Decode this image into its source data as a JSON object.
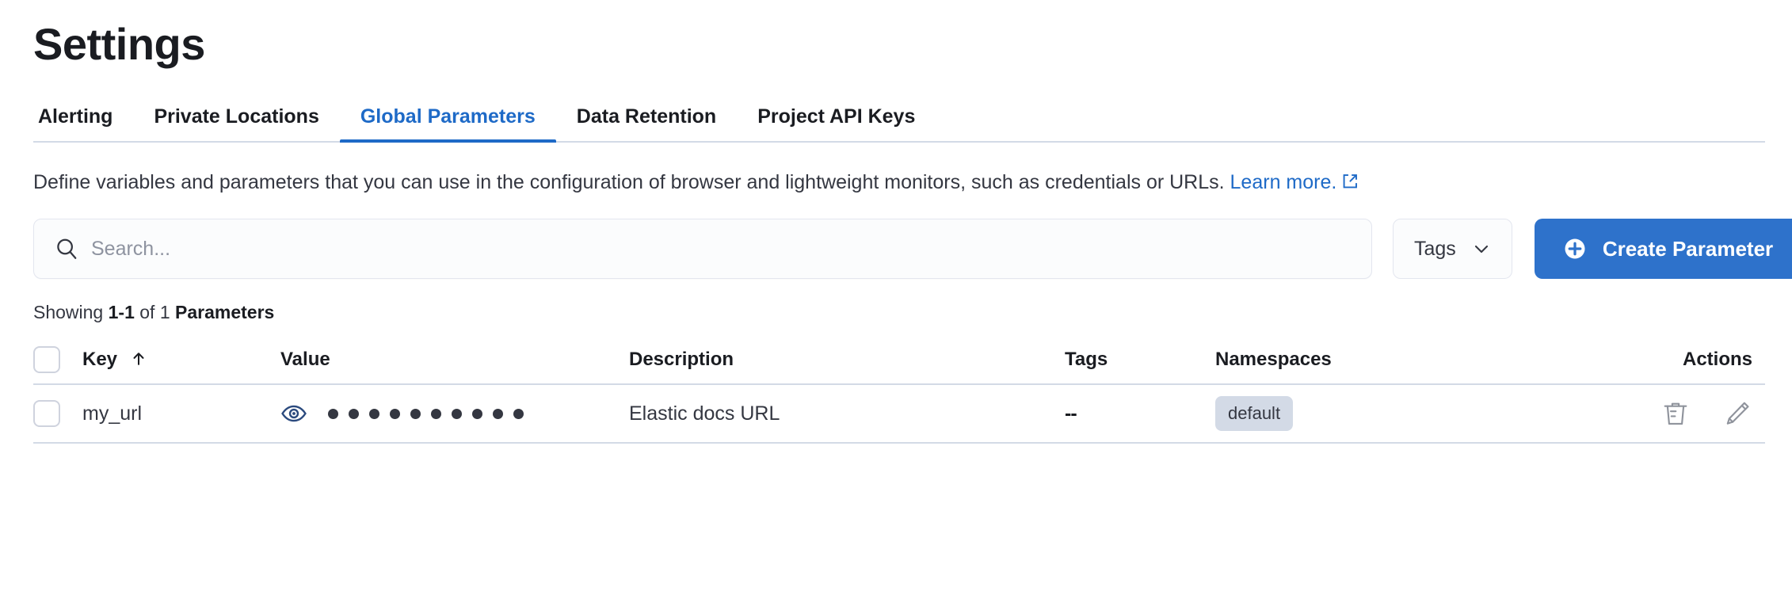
{
  "page": {
    "title": "Settings"
  },
  "tabs": [
    {
      "label": "Alerting",
      "active": false
    },
    {
      "label": "Private Locations",
      "active": false
    },
    {
      "label": "Global Parameters",
      "active": true
    },
    {
      "label": "Data Retention",
      "active": false
    },
    {
      "label": "Project API Keys",
      "active": false
    }
  ],
  "description": {
    "text": "Define variables and parameters that you can use in the configuration of browser and lightweight monitors, such as credentials or URLs. ",
    "link_label": "Learn more.",
    "link_icon": "external-link-icon"
  },
  "controls": {
    "search": {
      "placeholder": "Search...",
      "value": "",
      "icon": "search-icon"
    },
    "tags_filter": {
      "label": "Tags",
      "icon": "chevron-down-icon"
    },
    "create_button": {
      "label": "Create Parameter",
      "icon": "plus-circle-icon",
      "color": "#2e72cb"
    }
  },
  "results": {
    "prefix": "Showing ",
    "range": "1-1",
    "middle": " of 1 ",
    "suffix": "Parameters"
  },
  "table": {
    "columns": [
      {
        "label": "",
        "name": "select"
      },
      {
        "label": "Key",
        "name": "key",
        "sort": "asc",
        "sort_icon": "arrow-up-icon"
      },
      {
        "label": "Value",
        "name": "value"
      },
      {
        "label": "Description",
        "name": "description"
      },
      {
        "label": "Tags",
        "name": "tags"
      },
      {
        "label": "Namespaces",
        "name": "namespaces"
      },
      {
        "label": "Actions",
        "name": "actions"
      }
    ],
    "rows": [
      {
        "key": "my_url",
        "value_masked": "••••••••••",
        "value_mask_count": 10,
        "value_toggle_icon": "eye-icon",
        "description": "Elastic docs URL",
        "tags": "--",
        "namespaces": [
          "default"
        ],
        "actions": [
          "trash-icon",
          "pencil-icon"
        ]
      }
    ]
  },
  "colors": {
    "accent": "#1e6ac7",
    "primary_button": "#2e72cb",
    "border": "#d3dae6",
    "text": "#343741",
    "badge_bg": "#d3dae6"
  }
}
